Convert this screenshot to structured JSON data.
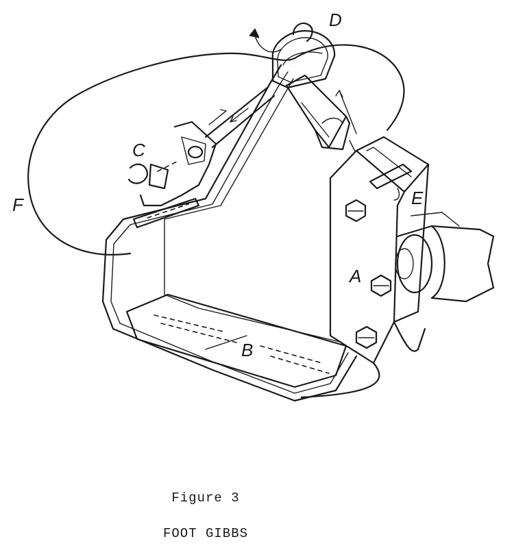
{
  "figure": {
    "label": "Figure 3",
    "title": "FOOT GIBBS"
  },
  "callouts": {
    "a": "A",
    "b": "B",
    "c": "C",
    "d": "D",
    "e": "E",
    "f": "F"
  }
}
